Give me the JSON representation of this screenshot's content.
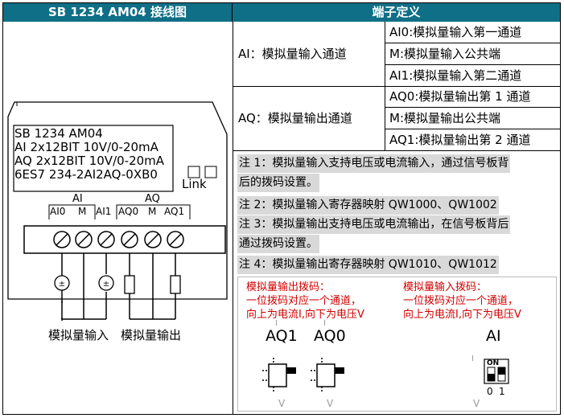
{
  "left_header": "SB 1234 AM04 接线图",
  "right_header": "端子定义",
  "module": {
    "lines": [
      "SB 1234 AM04",
      "AI 2x12BIT 10V/0-20mA",
      "AQ 2x12BIT 10V/0-20mA",
      "6ES7 234-2AI2AQ-0XB0"
    ],
    "link_label": "Link",
    "group_ai": "AI",
    "group_aq": "AQ",
    "terminals": [
      "AI0",
      "M",
      "AI1",
      "AQ0",
      "M",
      "AQ1"
    ],
    "bottom_label_in": "模拟量输入",
    "bottom_label_out": "模拟量输出"
  },
  "rows": [
    {
      "group": "AI：模拟量输入通道",
      "items": [
        "AI0:模拟量输入第一通道",
        "M:模拟量输入公共端",
        "AI1:模拟量输入第二通道"
      ]
    },
    {
      "group": "AQ：模拟量输出通道",
      "items": [
        "AQ0:模拟量输出第 1 通道",
        "M:模拟量输出公共端",
        "AQ1:模拟量输出第 2 通道"
      ]
    }
  ],
  "notes": [
    "注 1：模拟量输入支持电压或电流输入，通过信号板背",
    "后的拨码设置。",
    "注 2：模拟量输入寄存器映射 QW1000、QW1002",
    "注 3：模拟量输出支持电压或电流输出，在信号板背后",
    "通过拨码设置。",
    "注 4：模拟量输出寄存器映射 QW1010、QW1012"
  ],
  "dip": {
    "out_title": [
      "模拟量输出拨码：",
      "一位拨码对应一个通道，",
      "向上为电流I,向下为电压V"
    ],
    "in_title": [
      "模拟量输入拨码：",
      "一位拨码对应一个通道，",
      "向上为电流I,向下为电压V"
    ],
    "aq1": "AQ1",
    "aq0": "AQ0",
    "ai": "AI",
    "on": "ON",
    "zero": "0",
    "one": "1",
    "v": "V",
    "i": "I"
  },
  "colors": {
    "header_bg": "#0f6f86",
    "note_bg": "#d9d9d9",
    "red": "#d00000"
  }
}
